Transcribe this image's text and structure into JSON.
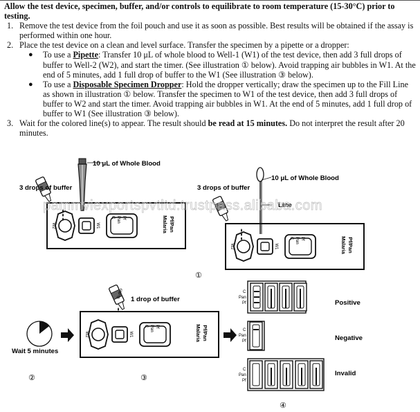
{
  "instructions": {
    "heading": "Allow the test device, specimen, buffer, and/or controls to equilibrate to room temperature (15-30°C) prior to testing.",
    "step1": {
      "num": "1.",
      "text": "Remove the test device from the foil pouch and use it as soon as possible. Best results will be obtained if the assay is performed within one hour."
    },
    "step2": {
      "num": "2.",
      "text": "Place the test device on a clean and level surface. Transfer the specimen by a pipette or a dropper:",
      "pipette": {
        "prefix": "To use a ",
        "term": "Pipette",
        "text": ": Transfer 10 μL of whole blood to Well-1 (W1) of the test device, then add 3 full drops of buffer to Well-2 (W2), and start the timer. (See illustration ① below). Avoid trapping air bubbles in W1. At the end of 5 minutes, add 1 full drop of buffer to the W1 (See illustration ③ below)."
      },
      "dropper": {
        "prefix": "To use a ",
        "term": "Disposable Specimen Dropper",
        "text": ": Hold the dropper vertically; draw the specimen up to the Fill Line as shown in illustration ① below. Transfer the specimen to W1 of the test device, then add 3 full drops of buffer to W2 and start the timer. Avoid trapping air bubbles in W1. At the end of 5 minutes, add 1 full drop of buffer to W1 (See illustration ③ below)."
      }
    },
    "step3": {
      "num": "3.",
      "text_a": "Wait for the colored line(s) to appear. The result should ",
      "bold": "be read at 15 minutes.",
      "text_b": " Do not interpret the result after 20 minutes."
    }
  },
  "illustration": {
    "whole_blood_label": "10 μL of Whole Blood",
    "three_drops_label": "3 drops of buffer",
    "one_drop_label": "1 drop of buffer",
    "fill_line_label": "Line",
    "buffer_label": "Buffer",
    "wait_label": "Wait 5 minutes",
    "device_title": "Malaria",
    "device_subtitle": "Pf/Pan",
    "well2_label": "W2",
    "well1_label": "W1",
    "line_c": "C",
    "line_pan": "Pan",
    "line_pf": "Pf",
    "ill_1": "①",
    "ill_2": "②",
    "ill_3": "③",
    "ill_4": "④",
    "result_positive": "Positive",
    "result_negative": "Negative",
    "result_invalid": "Invalid",
    "watermark": "pammviexportspvtltd.trustpass.alibaba.com"
  }
}
